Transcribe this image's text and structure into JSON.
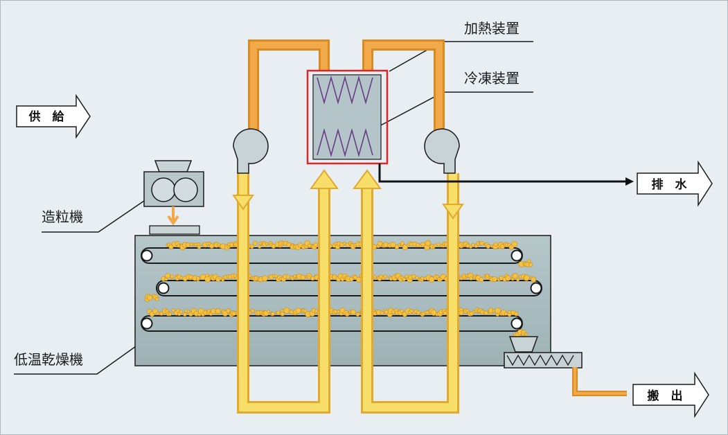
{
  "labels": {
    "heating_device": "加熱装置",
    "freezing_device": "冷凍装置",
    "granulator": "造粒機",
    "dryer": "低温乾燥機"
  },
  "io": {
    "supply": "供　給",
    "drain": "排　水",
    "carry_out": "搬　出"
  },
  "colors": {
    "background": "#e8eef2",
    "machine_body": "#a9bcbf",
    "duct_fill": "#f7df6a",
    "duct_edge": "#e2a92c",
    "orange_duct": "#f2a94a",
    "highlight_box": "#d9262b",
    "coil": "#6a3c86",
    "pellet": "#f3c243",
    "line": "#1a1a1a"
  }
}
